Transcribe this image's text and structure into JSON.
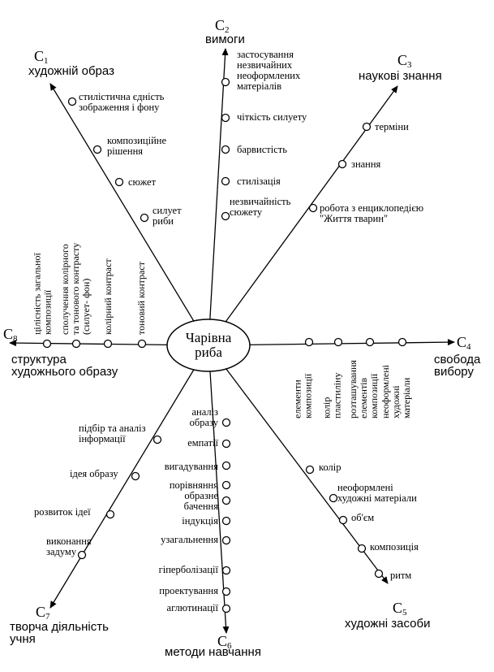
{
  "center": {
    "lines": [
      "Чарівна",
      "риба"
    ]
  },
  "branches": {
    "c1": {
      "code": "C",
      "num": "1",
      "title": [
        "художній образ"
      ],
      "items": [
        [
          "стилістична єдність",
          "зображення і фону"
        ],
        [
          "композиційне",
          "рішення"
        ],
        [
          "сюжет"
        ],
        [
          "силует",
          "риби"
        ]
      ]
    },
    "c2": {
      "code": "C",
      "num": "2",
      "title": [
        "вимоги"
      ],
      "items": [
        [
          "застосування",
          "незвичайних",
          "неоформлених",
          "матеріалів"
        ],
        [
          "чіткість силуету"
        ],
        [
          "барвистість"
        ],
        [
          "стилізація"
        ],
        [
          "незвичайність",
          "сюжету"
        ]
      ]
    },
    "c3": {
      "code": "C",
      "num": "3",
      "title": [
        "наукові знання"
      ],
      "items": [
        [
          "терміни"
        ],
        [
          "знання"
        ],
        [
          "робота з енциклопедією",
          "\"Життя тварин\""
        ]
      ]
    },
    "c4": {
      "code": "C",
      "num": "4",
      "title": [
        "свобода",
        "вибору"
      ],
      "items": [
        [
          "елементи",
          "композиції"
        ],
        [
          "колір",
          "пластиліну"
        ],
        [
          "розташування",
          "елементів",
          "композиції"
        ],
        [
          "неоформлені",
          "художні",
          "матеріали"
        ]
      ]
    },
    "c5": {
      "code": "C",
      "num": "5",
      "title": [
        "художні засоби"
      ],
      "items": [
        [
          "колір"
        ],
        [
          "неоформлені",
          "художні матеріали"
        ],
        [
          "об'єм"
        ],
        [
          "композиція"
        ],
        [
          "ритм"
        ]
      ]
    },
    "c6": {
      "code": "C",
      "num": "6",
      "title": [
        "методи навчання"
      ],
      "items": [
        [
          "аналіз",
          "образу"
        ],
        [
          "емпатії"
        ],
        [
          "вигадування"
        ],
        [
          "порівняння"
        ],
        [
          "образне",
          "бачення"
        ],
        [
          "індукція"
        ],
        [
          "узагальнення"
        ],
        [
          "гіперболізації"
        ],
        [
          "проектування"
        ],
        [
          "аглютинації"
        ]
      ]
    },
    "c7": {
      "code": "C",
      "num": "7",
      "title": [
        "творча діяльність",
        "учня"
      ],
      "items": [
        [
          "підбір та аналіз",
          "інформації"
        ],
        [
          "ідея образу"
        ],
        [
          "розвиток ідеї"
        ],
        [
          "виконання",
          "задуму"
        ]
      ]
    },
    "c8": {
      "code": "C",
      "num": "8",
      "title": [
        "структура",
        "художнього образу"
      ],
      "items": [
        [
          "цілісність загальної",
          "композиції"
        ],
        [
          "сполучення колірного",
          "та тонового контрасту",
          "(силует- фон)"
        ],
        [
          "колірний контраст"
        ],
        [
          "тоновий контраст"
        ]
      ]
    }
  }
}
